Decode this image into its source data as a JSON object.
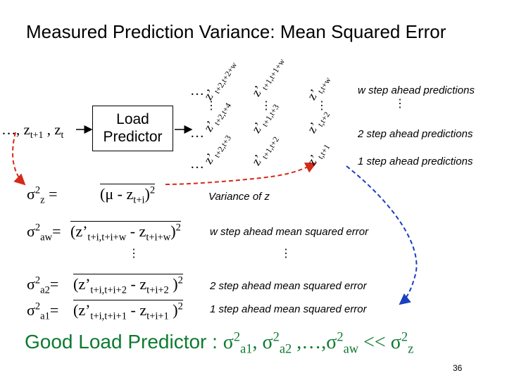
{
  "title": "Measured Prediction Variance: Mean Squared Error",
  "input_series": {
    "prefix": "…, z",
    "sub1": "t+1",
    "mid": " , z",
    "sub2": "t"
  },
  "predictor_box": {
    "line1": "Load",
    "line2": "Predictor"
  },
  "rows": {
    "w": {
      "label": "w step ahead predictions",
      "cols": [
        {
          "lead": "…",
          "z": "z’",
          "sub": "t+2,t+2+w"
        },
        {
          "lead": "",
          "z": "z’",
          "sub": "t+1,t+1+w"
        },
        {
          "lead": "",
          "z": "z’",
          "sub": "t,t+w"
        }
      ]
    },
    "two": {
      "label": "2 step ahead predictions",
      "cols": [
        {
          "lead": "…",
          "z": "z’",
          "sub": "t+2,t+4"
        },
        {
          "lead": "",
          "z": "z’",
          "sub": "t+1,t+3"
        },
        {
          "lead": "",
          "z": "z’",
          "sub": "t,t+2"
        }
      ]
    },
    "one": {
      "label": "1 step ahead predictions",
      "cols": [
        {
          "lead": "…",
          "z": "z’",
          "sub": "t+2,t+3"
        },
        {
          "lead": "",
          "z": "z’",
          "sub": "t+1,t+2"
        },
        {
          "lead": "",
          "z": "z’",
          "sub": "t,t+1"
        }
      ]
    }
  },
  "variance": {
    "lhs": {
      "sigma": "σ",
      "sup": "2",
      "sub": "z",
      "eq": " ="
    },
    "rhs": {
      "open": "(μ - z",
      "sub": "t+i",
      "close": ")",
      "sup": "2"
    },
    "desc": "Variance of z"
  },
  "mse_w": {
    "lhs": {
      "sigma": "σ",
      "sup": "2",
      "sub": "aw",
      "eq": "="
    },
    "rhs": {
      "a": "(z’",
      "a_sub": "t+i,t+i+w",
      "b": " - z",
      "b_sub": "t+i+w",
      "close": ")",
      "sup": "2"
    },
    "desc": "w step ahead mean squared error"
  },
  "mse_2": {
    "lhs": {
      "sigma": "σ",
      "sup": "2",
      "sub": "a2",
      "eq": "="
    },
    "rhs": {
      "a": "(z’",
      "a_sub": "t+i,t+i+2",
      "b": " - z",
      "b_sub": "t+i+2",
      "close": " )",
      "sup": "2"
    },
    "desc": "2 step ahead mean squared error"
  },
  "mse_1": {
    "lhs": {
      "sigma": "σ",
      "sup": "2",
      "sub": "a1",
      "eq": "="
    },
    "rhs": {
      "a": "(z’",
      "a_sub": "t+i,t+i+1",
      "b": " - z",
      "b_sub": "t+i+1",
      "close": " )",
      "sup": "2"
    },
    "desc": "1 step ahead mean squared error"
  },
  "conclusion": {
    "text": "Good Load Predictor : ",
    "s1": "σ",
    "s1_sup": "2",
    "s1_sub": "a1",
    "c1": ", ",
    "s2": "σ",
    "s2_sup": "2",
    "s2_sub": "a2",
    "c2": " ,…,",
    "s3": "σ",
    "s3_sup": "2",
    "s3_sub": "aw",
    "ll": " << ",
    "s4": "σ",
    "s4_sup": "2",
    "s4_sub": "z"
  },
  "dots": {
    "v": "⋮"
  },
  "page_number": "36",
  "colors": {
    "green": "#0d7a2f",
    "arrow_red": "#d42a1a",
    "arrow_blue": "#1b3fbf",
    "text": "#000000"
  }
}
